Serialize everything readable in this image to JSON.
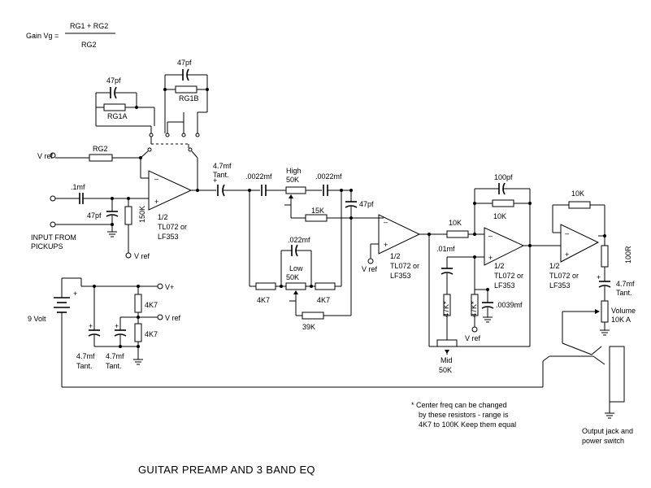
{
  "title": "GUITAR PREAMP AND 3 BAND EQ",
  "gain_formula": {
    "lhs": "Gain Vg =",
    "numerator": "RG1 + RG2",
    "denominator": "RG2"
  },
  "labels": {
    "c47pf_a": "47pf",
    "c47pf_b": "47pf",
    "rg1a": "RG1A",
    "rg1b": "RG1B",
    "rg2": "RG2",
    "vref_in": "V ref",
    "c1mf": ".1mf",
    "c47pf_in": "47pf",
    "r150k": "150K",
    "vref_bias": "V ref",
    "input": "INPUT FROM",
    "input2": "PICKUPS",
    "op1_a": "1/2",
    "op1_b": "TL072 or",
    "op1_c": "LF353",
    "c47mf_tant_a": "4.7mf",
    "c47mf_tant_b": "Tant.",
    "c0022_a": ".0022mf",
    "c0022_b": ".0022mf",
    "high_a": "High",
    "high_b": "50K",
    "c47pf_tone": "47pf",
    "r15k": "15K",
    "c022": ".022mf",
    "low_a": "Low",
    "low_b": "50K",
    "r4k7_l": "4K7",
    "r4k7_r": "4K7",
    "r39k": "39K",
    "vref_op2": "V ref",
    "op2_a": "1/2",
    "op2_b": "TL072 or",
    "op2_c": "LF353",
    "c100pf": "100pf",
    "r10k_fb": "10K",
    "r10k_in": "10K",
    "c01mf": ".01mf",
    "r47k_a": "47K*",
    "r47k_b": "47K*",
    "c0039": ".0039mf",
    "vref_mid": "V ref",
    "mid_a": "Mid",
    "mid_b": "50K",
    "op3_a": "1/2",
    "op3_b": "TL072 or",
    "op3_c": "LF353",
    "r10k_out": "10K",
    "op4_a": "1/2",
    "op4_b": "TL072 or",
    "op4_c": "LF353",
    "r100r": "100R",
    "c47mf_out_a": "4.7mf",
    "c47mf_out_b": "Tant.",
    "vol_a": "Volume",
    "vol_b": "10K A",
    "vplus": "V+",
    "vref_supply": "V ref",
    "r4k7_s1": "4K7",
    "r4k7_s2": "4K7",
    "battery": "9 Volt",
    "ct1_a": "4.7mf",
    "ct1_b": "Tant.",
    "ct2_a": "4.7mf",
    "ct2_b": "Tant.",
    "output_a": "Output jack and",
    "output_b": "power switch",
    "note_1": "* Center freq can be changed",
    "note_2": "by these resistors - range is",
    "note_3": "4K7 to 100K Keep them equal"
  }
}
